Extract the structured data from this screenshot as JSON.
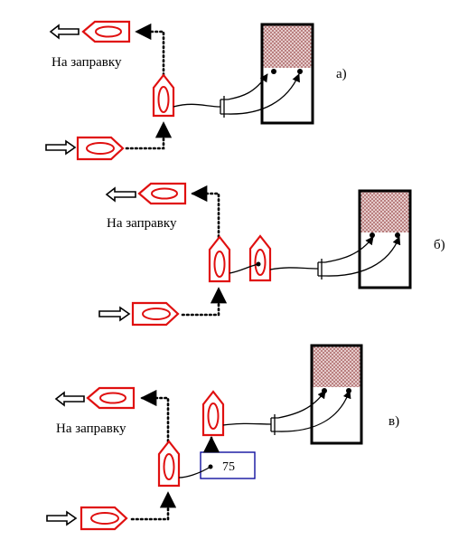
{
  "labels": {
    "refuel_a": "На заправку",
    "refuel_b": "На заправку",
    "refuel_c": "На заправку",
    "panel_a": "а)",
    "panel_b": "б)",
    "panel_c": "в)",
    "counter_value": "75"
  },
  "colors": {
    "vessel_stroke": "#e01010",
    "fuel_block_hatch": "#b07070",
    "counter_box_stroke": "#1010a0",
    "outline": "#000000"
  },
  "icons": [
    "vessel-icon",
    "hollow-arrow-icon",
    "fuel-dispenser",
    "hose-connector"
  ]
}
